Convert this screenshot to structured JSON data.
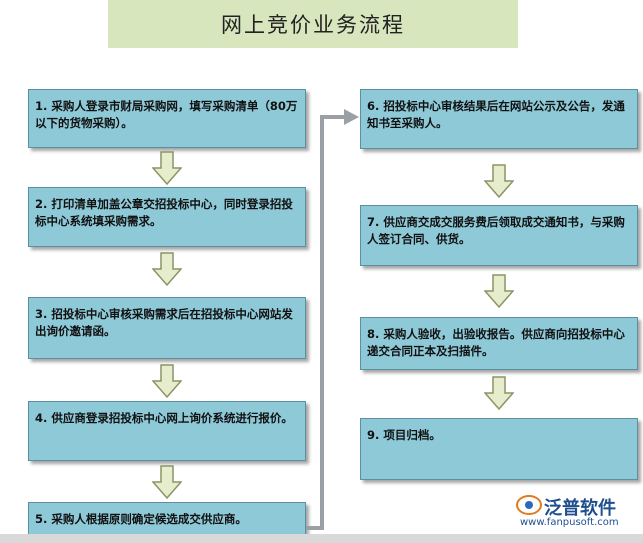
{
  "title": "网上竞价业务流程",
  "steps": [
    "1. 采购人登录市财局采购网，填写采购清单（80万以下的货物采购）。",
    "2. 打印清单加盖公章交招投标中心，同时登录招投标中心系统填采购需求。",
    "3. 招投标中心审核采购需求后在招投标中心网站发出询价邀请函。",
    "4. 供应商登录招投标中心网上询价系统进行报价。",
    "5. 采购人根据原则确定候选成交供应商。",
    "6. 招投标中心审核结果后在网站公示及公告，发通知书至采购人。",
    "7. 供应商交成交服务费后领取成交通知书，与采购人签订合同、供货。",
    "8. 采购人验收，出验收报告。供应商向招投标中心递交合同正本及扫描件。",
    "9. 项目归档。"
  ],
  "logo": {
    "name": "泛普软件",
    "url": "www.fanpusoft.com"
  },
  "colors": {
    "box_fill": "#8ec9d8",
    "title_fill": "#d8e6bd",
    "arrow_fill": "#e6edcc",
    "arrow_stroke": "#8c9466"
  }
}
